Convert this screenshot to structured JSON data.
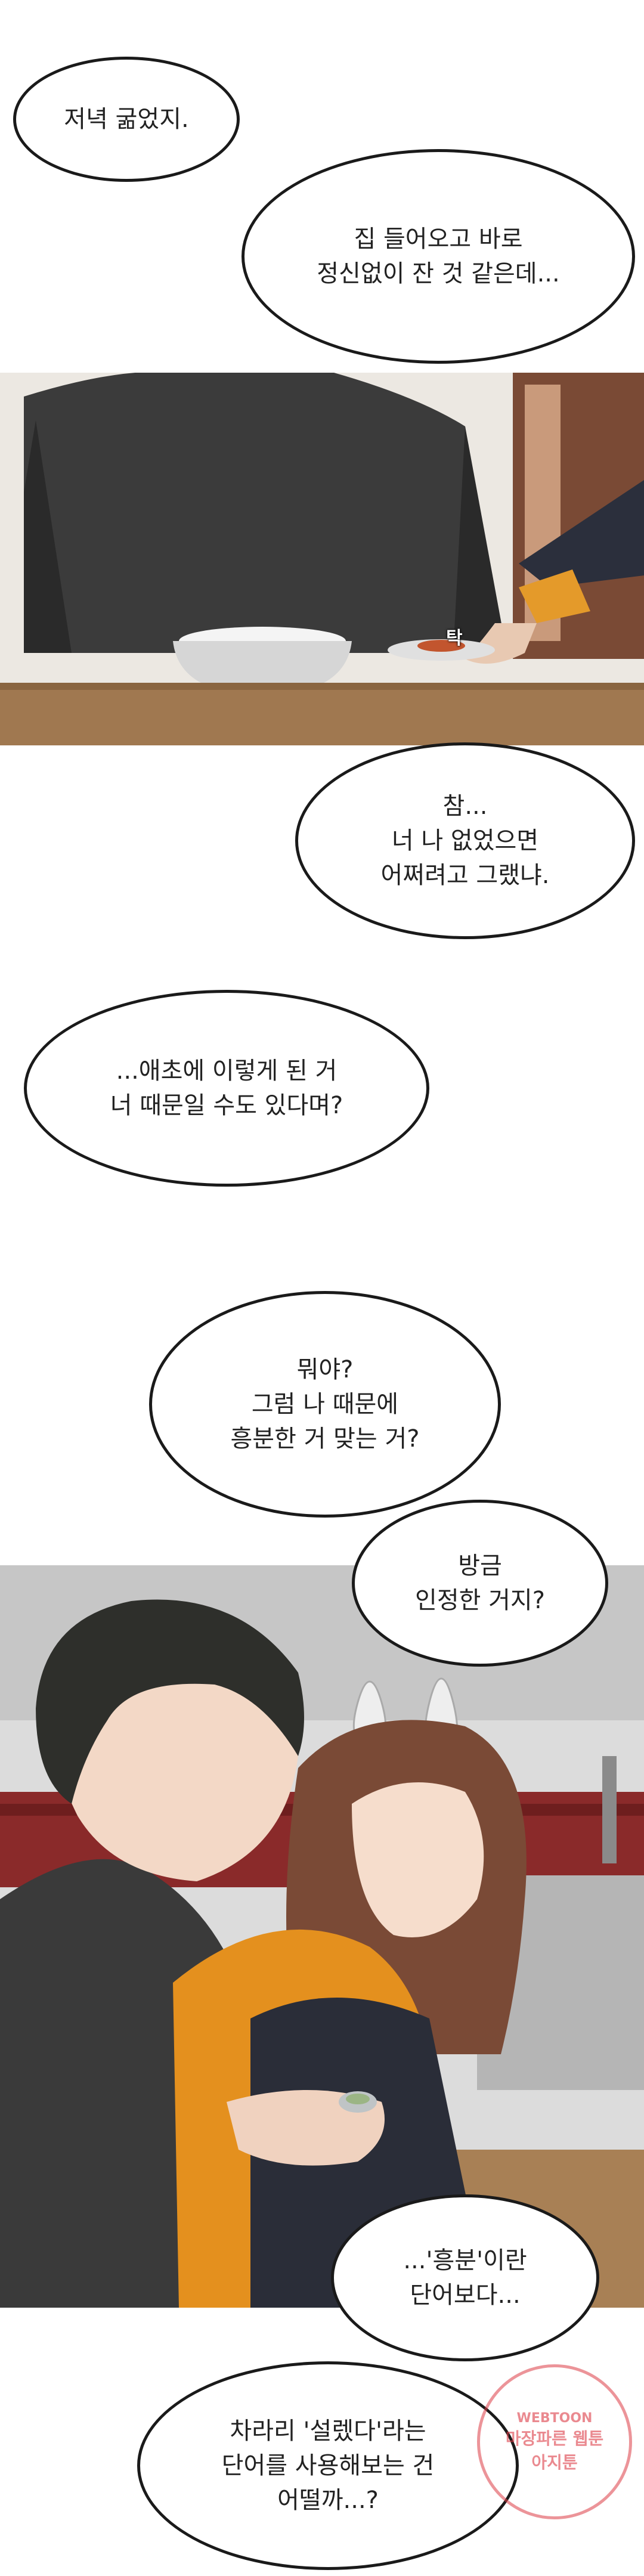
{
  "bubbles": {
    "b1": [
      "저녁 굶었지."
    ],
    "b2": [
      "집 들어오고 바로",
      "정신없이 잔 것 같은데..."
    ],
    "b3": [
      "참...",
      "너 나 없었으면",
      "어쩌려고 그랬냐."
    ],
    "b4": [
      "...애초에 이렇게 된 거",
      "너 때문일 수도 있다며?"
    ],
    "b5": [
      "뭐야?",
      "그럼 나 때문에",
      "흥분한 거 맞는 거?"
    ],
    "b6": [
      "방금",
      "인정한 거지?"
    ],
    "b7": [
      "...'흥분'이란",
      "단어보다..."
    ],
    "b8": [
      "차라리 '설렜다'라는",
      "단어를 사용해보는 건",
      "어떨까...?"
    ]
  },
  "sfx": {
    "tap": "탁"
  },
  "watermark": {
    "top": "WEBTOON",
    "main": "마장파른 웹툰",
    "sub": "아지툰"
  }
}
